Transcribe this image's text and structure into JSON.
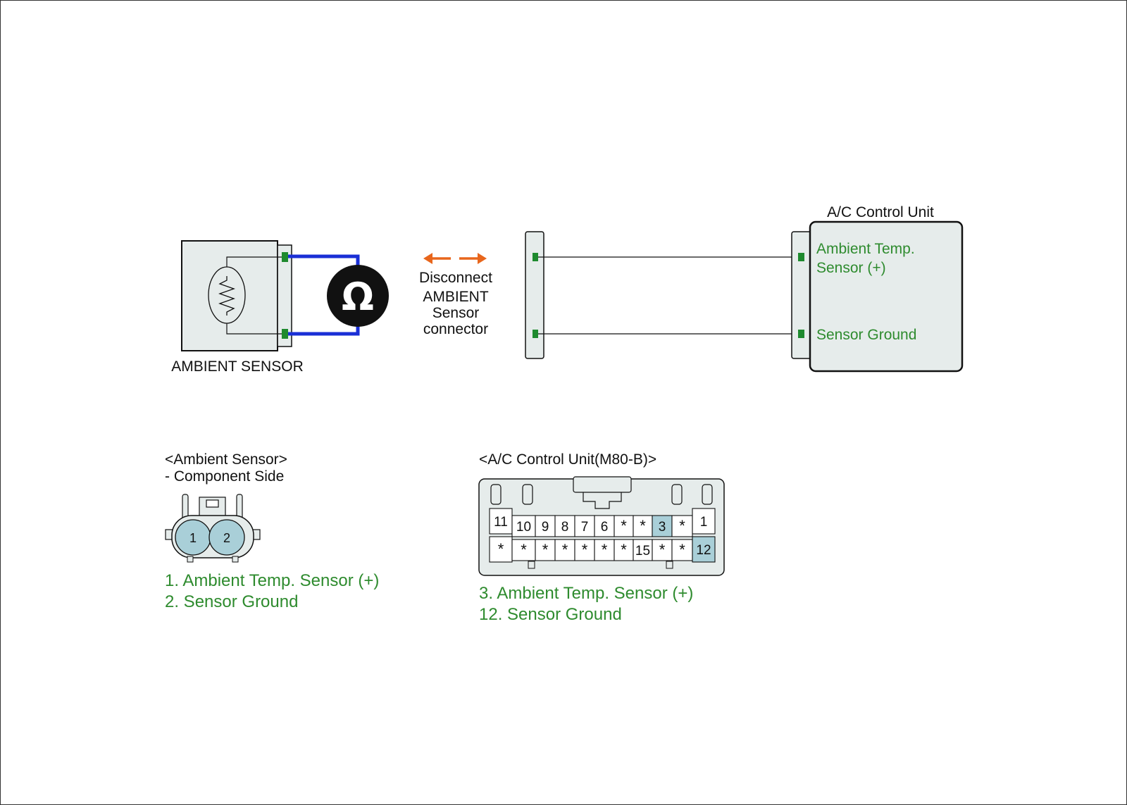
{
  "sensor": {
    "name": "AMBIENT SENSOR"
  },
  "disconnect": {
    "lines": [
      "Disconnect",
      "AMBIENT",
      "Sensor",
      "connector"
    ]
  },
  "control_unit": {
    "title": "A/C Control Unit",
    "pin_labels": [
      "Ambient Temp.",
      "Sensor (+)",
      "Sensor Ground"
    ]
  },
  "meter_symbol": "Ω",
  "sensor_connector": {
    "title": "<Ambient Sensor>",
    "subtitle": "- Component Side",
    "pins": [
      "1",
      "2"
    ],
    "legend": [
      "1. Ambient Temp. Sensor (+)",
      "2. Sensor Ground"
    ]
  },
  "unit_connector": {
    "title": "<A/C Control Unit(M80-B)>",
    "top_row": [
      "11",
      "10",
      "9",
      "8",
      "7",
      "6",
      "*",
      "*",
      "3",
      "*",
      "1"
    ],
    "bottom_row": [
      "*",
      "*",
      "*",
      "*",
      "*",
      "*",
      "*",
      "15",
      "*",
      "*",
      "12"
    ],
    "highlighted_pins": [
      "3",
      "12"
    ],
    "legend": [
      "3. Ambient Temp. Sensor (+)",
      "12. Sensor Ground"
    ]
  },
  "colors": {
    "wire_meter": "#1a2fd6",
    "disconnect_arrow": "#e8661c",
    "terminal": "#1e8a2e",
    "box_fill": "#e6eceb",
    "pin_highlight": "#a9cfd8",
    "label_green": "#2e8b2e"
  }
}
